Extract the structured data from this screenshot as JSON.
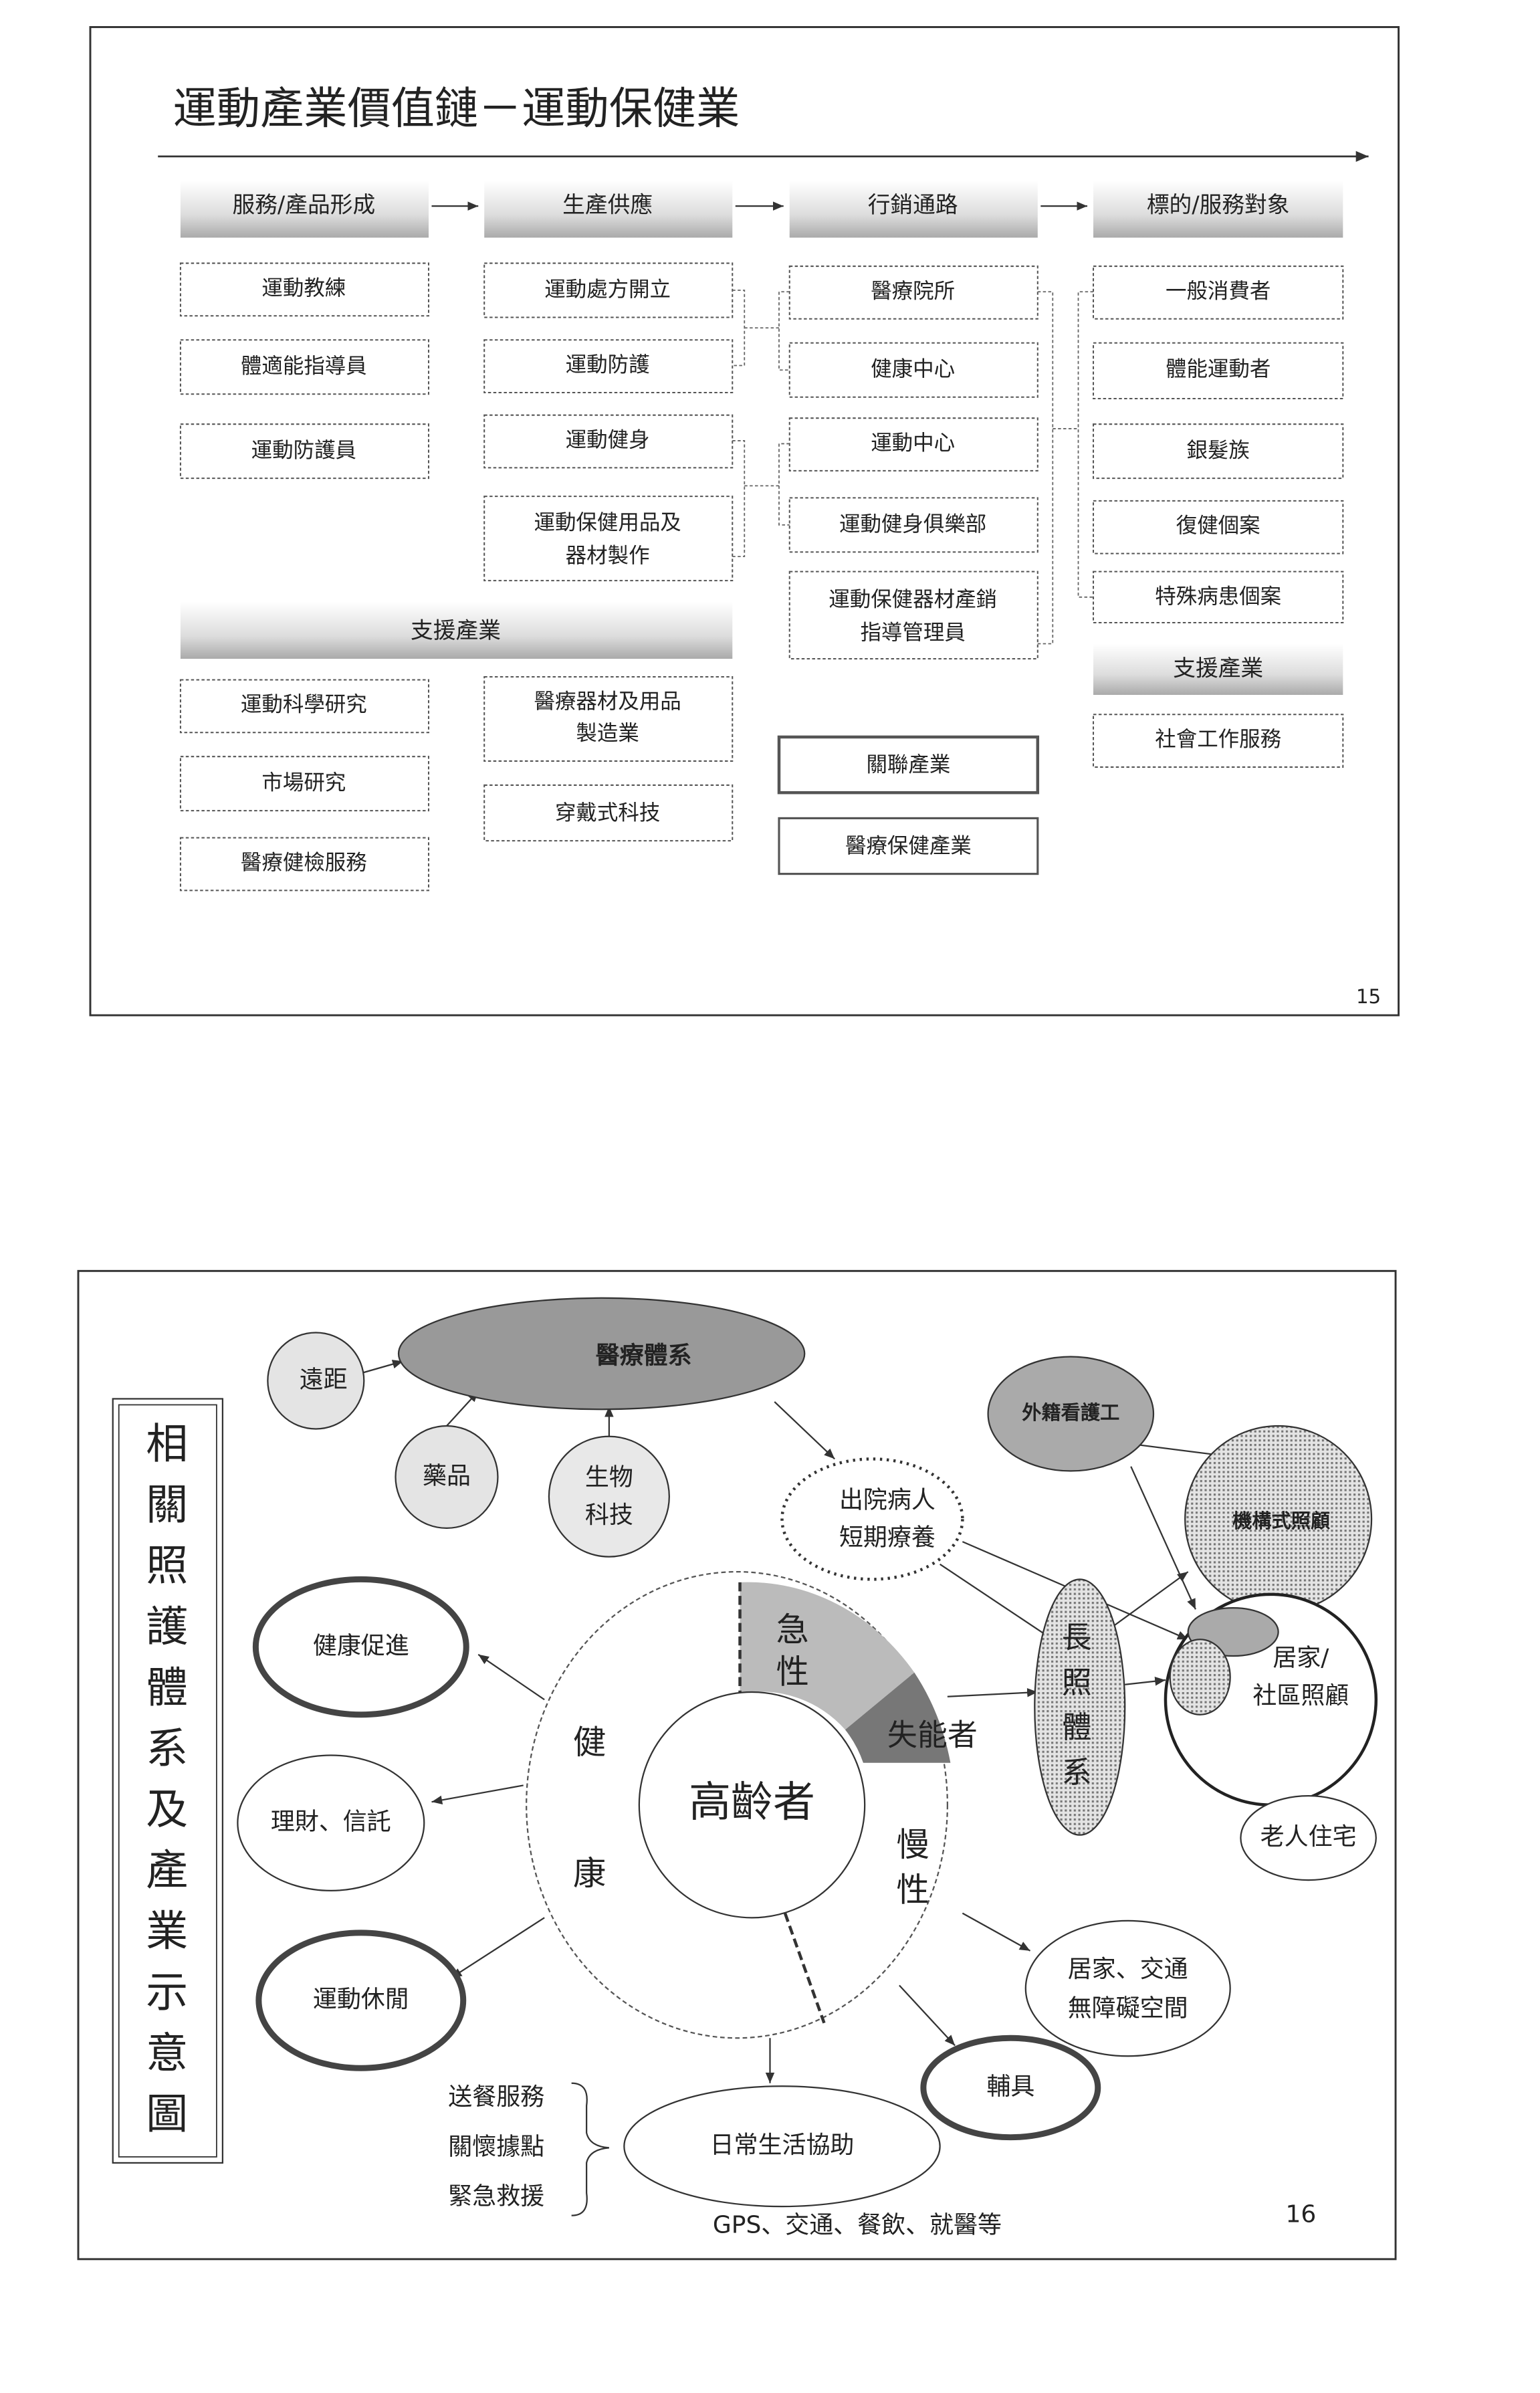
{
  "slide1": {
    "title": "運動產業價值鏈－運動保健業",
    "page_number": "15",
    "headers": [
      "服務/產品形成",
      "生產供應",
      "行銷通路",
      "標的/服務對象"
    ],
    "col1": [
      "運動教練",
      "體適能指導員",
      "運動防護員"
    ],
    "col2": [
      "運動處方開立",
      "運動防護",
      "運動健身",
      [
        "運動保健用品及",
        "器材製作"
      ]
    ],
    "col3": [
      "醫療院所",
      "健康中心",
      "運動中心",
      "運動健身俱樂部",
      [
        "運動保健器材產銷",
        "指導管理員"
      ]
    ],
    "col4": [
      "一般消費者",
      "體能運動者",
      "銀髮族",
      "復健個案",
      "特殊病患個案"
    ],
    "support_header_left": "支援產業",
    "support_left_col1": [
      "運動科學研究",
      "市場研究",
      "醫療健檢服務"
    ],
    "support_left_col2": [
      [
        "醫療器材及用品",
        "製造業"
      ],
      "穿戴式科技"
    ],
    "related": [
      "關聯產業",
      "醫療保健產業"
    ],
    "support_header_right": "支援產業",
    "support_right": [
      "社會工作服務"
    ]
  },
  "slide2": {
    "side_title": [
      "相",
      "關",
      "照",
      "護",
      "體",
      "系",
      "及",
      "產",
      "業",
      "示",
      "意",
      "圖"
    ],
    "page_number": "16",
    "medical_system": "醫療體系",
    "remote": "遠距",
    "drugs": "藥品",
    "biotech": [
      "生物",
      "科技"
    ],
    "discharge": [
      "出院病人",
      "短期療養"
    ],
    "foreign_caregiver": "外籍看護工",
    "institutional_care": "機構式照顧",
    "home_care": [
      "居家/",
      "社區照顧"
    ],
    "senior_housing": "老人住宅",
    "ltc_system": [
      "長",
      "照",
      "體",
      "系"
    ],
    "center": "高齡者",
    "acute": [
      "急",
      "性"
    ],
    "disabled": "失能者",
    "chronic": [
      "慢",
      "性"
    ],
    "healthy": [
      "健",
      "康"
    ],
    "health_promotion": "健康促進",
    "finance_trust": "理財、信託",
    "sports_leisure": "運動休閒",
    "barrier_free": [
      "居家、交通",
      "無障礙空間"
    ],
    "assistive": "輔具",
    "daily_living": "日常生活協助",
    "daily_items": [
      "送餐服務",
      "關懷據點",
      "緊急救援"
    ],
    "daily_footer": "GPS、交通、餐飲、就醫等"
  }
}
